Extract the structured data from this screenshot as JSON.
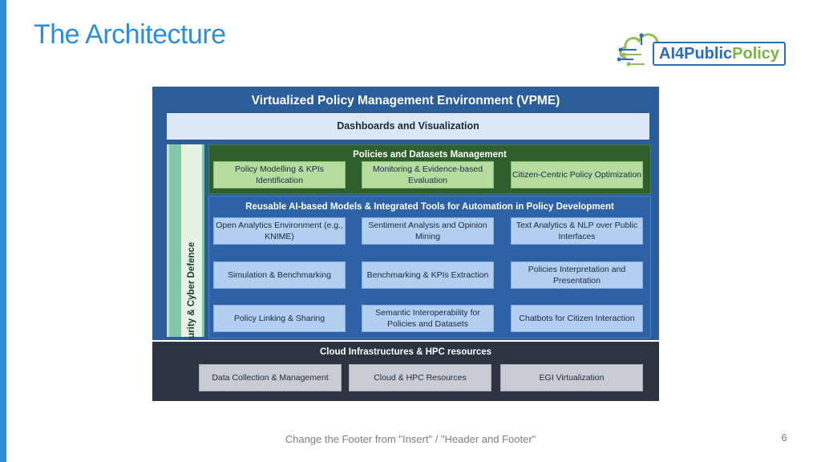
{
  "slide": {
    "title": "The Architecture",
    "footer": "Change the Footer from \"Insert\" / \"Header and Footer\"",
    "page_number": "6",
    "accent_color": "#2a8fd6"
  },
  "logo": {
    "text_lead": "AI4",
    "text_blue": "Public",
    "text_green": "Policy",
    "icon": "cloud-circuit-icon"
  },
  "diagram": {
    "title": "Virtualized Policy Management Environment (VPME)",
    "dashboards": "Dashboards and Visualization",
    "security": "Security & Cyber Defence",
    "policies": {
      "title": "Policies and Datasets Management",
      "items": [
        "Policy Modelling & KPIs Identification",
        "Monitoring & Evidence-based Evaluation",
        "Citizen-Centric Policy Optimization"
      ]
    },
    "models": {
      "title": "Reusable AI-based Models & Integrated Tools for Automation in Policy Development",
      "items": [
        "Open Analytics Environment (e.g., KNIME)",
        "Sentiment Analysis and Opinion Mining",
        "Text Analytics & NLP over Public Interfaces",
        "Simulation & Benchmarking",
        "Benchmarking & KPIs Extraction",
        "Policies Interpretation and Presentation",
        "Policy Linking & Sharing",
        "Semantic Interoperability for Policies and Datasets",
        "Chatbots for Citizen Interaction"
      ]
    },
    "cloud": {
      "title": "Cloud Infrastructures & HPC resources",
      "items": [
        "Data Collection & Management",
        "Cloud & HPC Resources",
        "EGI Virtualization"
      ]
    }
  }
}
